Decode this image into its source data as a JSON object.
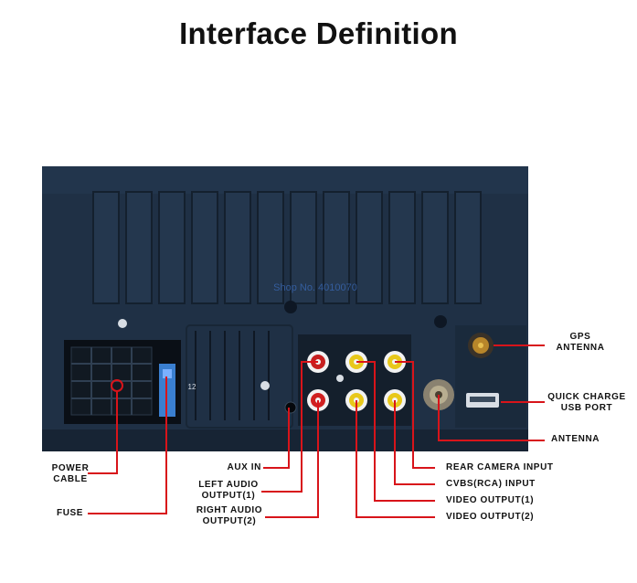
{
  "title": "Interface Definition",
  "watermark": "Shop No. 4010070",
  "fuse_mark": "12",
  "labels": {
    "gps_antenna": [
      "GPS",
      "ANTENNA"
    ],
    "quick_charge": [
      "QUICK CHARGE",
      "USB PORT"
    ],
    "antenna": "ANTENNA",
    "power_cable": [
      "POWER",
      "CABLE"
    ],
    "fuse": "FUSE",
    "aux_in": "AUX IN",
    "left_audio": [
      "LEFT AUDIO",
      "OUTPUT(1)"
    ],
    "right_audio": [
      "RIGHT AUDIO",
      "OUTPUT(2)"
    ],
    "rear_camera": "REAR CAMERA INPUT",
    "cvbs": "CVBS(RCA) INPUT",
    "video_out_1": "VIDEO OUTPUT(1)",
    "video_out_2": "VIDEO OUTPUT(2)"
  },
  "colors": {
    "panel": "#1f3045",
    "callout": "#d8141a",
    "rca_red": "#d02020",
    "rca_yellow": "#f0d020",
    "fuse_blue": "#3a7fd0"
  }
}
